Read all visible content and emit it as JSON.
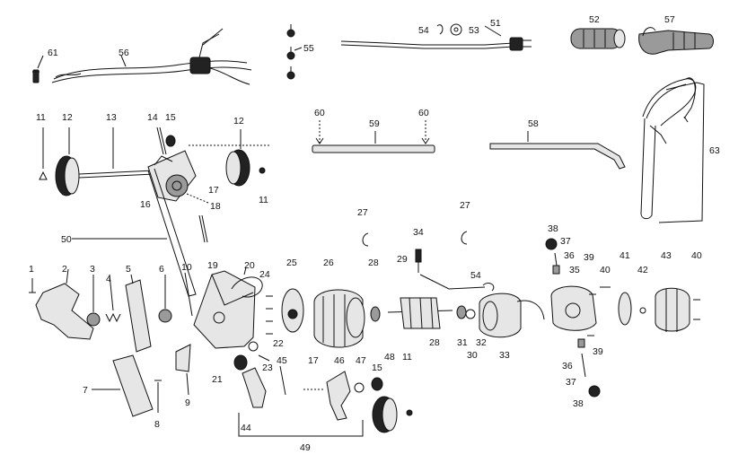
{
  "diagram": {
    "type": "exploded-parts-diagram",
    "colors": {
      "ink": "#111111",
      "paper": "#ffffff",
      "shade": "#9a9a9a"
    },
    "callouts": [
      {
        "id": "c61",
        "label": "61"
      },
      {
        "id": "c56",
        "label": "56"
      },
      {
        "id": "c55",
        "label": "55"
      },
      {
        "id": "c54a",
        "label": "54"
      },
      {
        "id": "c53",
        "label": "53"
      },
      {
        "id": "c51",
        "label": "51"
      },
      {
        "id": "c52",
        "label": "52"
      },
      {
        "id": "c57",
        "label": "57"
      },
      {
        "id": "c11a",
        "label": "11"
      },
      {
        "id": "c12a",
        "label": "12"
      },
      {
        "id": "c13",
        "label": "13"
      },
      {
        "id": "c14",
        "label": "14"
      },
      {
        "id": "c15a",
        "label": "15"
      },
      {
        "id": "c12b",
        "label": "12"
      },
      {
        "id": "c11b",
        "label": "11"
      },
      {
        "id": "c16",
        "label": "16"
      },
      {
        "id": "c17a",
        "label": "17"
      },
      {
        "id": "c18",
        "label": "18"
      },
      {
        "id": "c60a",
        "label": "60"
      },
      {
        "id": "c59",
        "label": "59"
      },
      {
        "id": "c60b",
        "label": "60"
      },
      {
        "id": "c58",
        "label": "58"
      },
      {
        "id": "c63",
        "label": "63"
      },
      {
        "id": "c50",
        "label": "50"
      },
      {
        "id": "c27a",
        "label": "27"
      },
      {
        "id": "c27b",
        "label": "27"
      },
      {
        "id": "c34",
        "label": "34"
      },
      {
        "id": "c38a",
        "label": "38"
      },
      {
        "id": "c37a",
        "label": "37"
      },
      {
        "id": "c36a",
        "label": "36"
      },
      {
        "id": "c39a",
        "label": "39"
      },
      {
        "id": "c35",
        "label": "35"
      },
      {
        "id": "c40a",
        "label": "40"
      },
      {
        "id": "c41",
        "label": "41"
      },
      {
        "id": "c42",
        "label": "42"
      },
      {
        "id": "c43",
        "label": "43"
      },
      {
        "id": "c40b",
        "label": "40"
      },
      {
        "id": "c1",
        "label": "1"
      },
      {
        "id": "c2",
        "label": "2"
      },
      {
        "id": "c3",
        "label": "3"
      },
      {
        "id": "c4",
        "label": "4"
      },
      {
        "id": "c5",
        "label": "5"
      },
      {
        "id": "c6",
        "label": "6"
      },
      {
        "id": "c10",
        "label": "10"
      },
      {
        "id": "c19",
        "label": "19"
      },
      {
        "id": "c20",
        "label": "20"
      },
      {
        "id": "c24",
        "label": "24"
      },
      {
        "id": "c25",
        "label": "25"
      },
      {
        "id": "c26",
        "label": "26"
      },
      {
        "id": "c28a",
        "label": "28"
      },
      {
        "id": "c29",
        "label": "29"
      },
      {
        "id": "c54b",
        "label": "54"
      },
      {
        "id": "c28b",
        "label": "28"
      },
      {
        "id": "c31",
        "label": "31"
      },
      {
        "id": "c32",
        "label": "32"
      },
      {
        "id": "c30",
        "label": "30"
      },
      {
        "id": "c33",
        "label": "33"
      },
      {
        "id": "c39b",
        "label": "39"
      },
      {
        "id": "c36b",
        "label": "36"
      },
      {
        "id": "c37b",
        "label": "37"
      },
      {
        "id": "c38b",
        "label": "38"
      },
      {
        "id": "c22",
        "label": "22"
      },
      {
        "id": "c23",
        "label": "23"
      },
      {
        "id": "c21",
        "label": "21"
      },
      {
        "id": "c45",
        "label": "45"
      },
      {
        "id": "c17b",
        "label": "17"
      },
      {
        "id": "c46",
        "label": "46"
      },
      {
        "id": "c47",
        "label": "47"
      },
      {
        "id": "c15b",
        "label": "15"
      },
      {
        "id": "c48",
        "label": "48"
      },
      {
        "id": "c11c",
        "label": "11"
      },
      {
        "id": "c7",
        "label": "7"
      },
      {
        "id": "c8",
        "label": "8"
      },
      {
        "id": "c9",
        "label": "9"
      },
      {
        "id": "c44",
        "label": "44"
      },
      {
        "id": "c49",
        "label": "49"
      }
    ]
  }
}
